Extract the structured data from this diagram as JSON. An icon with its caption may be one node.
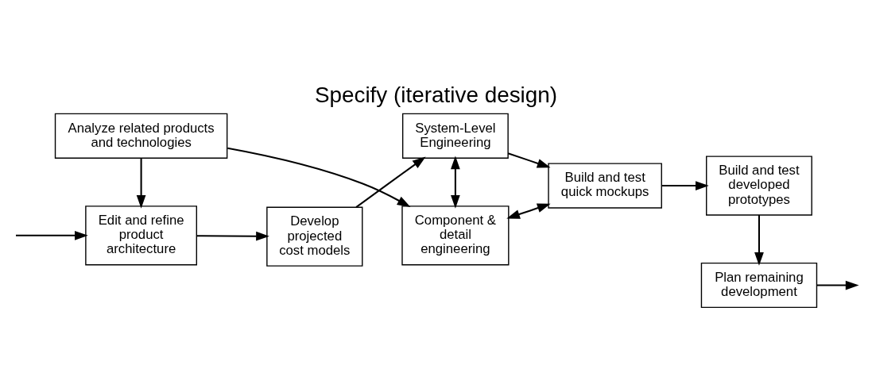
{
  "diagram": {
    "title": "Specify (iterative design)",
    "nodes": [
      {
        "text": [
          "Edit and refine product architecture"
        ]
      },
      {
        "text": [
          "Develop projected cost models"
        ]
      },
      {
        "text": [
          "System-Level Engineering"
        ]
      },
      {
        "text": [
          "Build and test quick mockups"
        ]
      },
      {
        "text": [
          "Build and test developed prototypes"
        ]
      },
      {
        "text": [
          "Analyze related products and technologies"
        ]
      },
      {
        "text": [
          "Component & detail engineering"
        ]
      },
      {
        "text": [
          "Plan remaining development"
        ]
      }
    ],
    "edges": [
      {
        "from": null,
        "to": 0,
        "arrow": "to"
      },
      {
        "from": 0,
        "to": 1,
        "arrow": "to"
      },
      {
        "from": 1,
        "to": 2,
        "arrow": "to"
      },
      {
        "from": 2,
        "to": 3,
        "arrow": "to"
      },
      {
        "from": 3,
        "to": 4,
        "arrow": "to"
      },
      {
        "from": 5,
        "to": 0,
        "arrow": "to"
      },
      {
        "from": 2,
        "to": 6,
        "arrow": "both"
      },
      {
        "from": 5,
        "to": 6,
        "arrow": "to"
      },
      {
        "from": 6,
        "to": 3,
        "arrow": "both"
      },
      {
        "from": 4,
        "to": 7,
        "arrow": "to"
      },
      {
        "from": 7,
        "to": null,
        "arrow": "to"
      }
    ]
  }
}
